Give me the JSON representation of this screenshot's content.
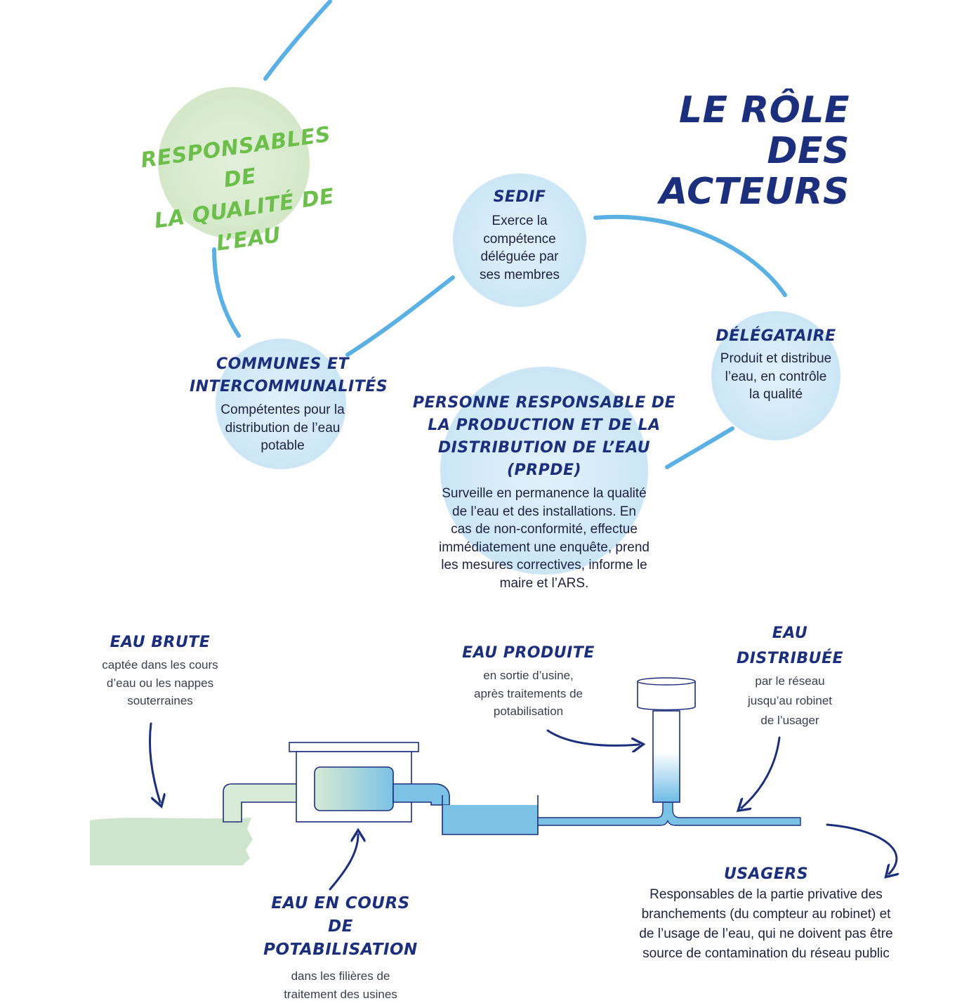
{
  "page_title": {
    "line1": "LE RÔLE",
    "line2": "DES ACTEURS"
  },
  "quality_circle": {
    "line1": "RESPONSABLES DE",
    "line2": "LA QUALITÉ DE L’EAU"
  },
  "actors": {
    "sedif": {
      "title": "SEDIF",
      "desc": [
        "Exerce la",
        "compétence",
        "déléguée par",
        "ses membres"
      ]
    },
    "delegataire": {
      "title": "DÉLÉGATAIRE",
      "desc": [
        "Produit et distribue",
        "l’eau, en contrôle",
        "la qualité"
      ]
    },
    "communes": {
      "title": [
        "COMMUNES ET",
        "INTERCOMMUNALITÉS"
      ],
      "desc": [
        "Compétentes pour la",
        "distribution de l’eau",
        "potable"
      ]
    },
    "prpde": {
      "title": [
        "PERSONNE RESPONSABLE DE",
        "LA PRODUCTION ET DE LA",
        "DISTRIBUTION DE L’EAU (PRPDE)"
      ],
      "desc": [
        "Surveille en permanence la qualité",
        "de l’eau et des installations. En",
        "cas de non-conformité, effectue",
        "immédiatement une enquête, prend",
        "les mesures correctives, informe le",
        "maire et l’ARS."
      ]
    }
  },
  "stages": {
    "eau_brute": {
      "title": "EAU BRUTE",
      "desc": [
        "captée dans les cours",
        "d’eau ou les nappes",
        "souterraines"
      ]
    },
    "eau_produite": {
      "title": "EAU PRODUITE",
      "desc": [
        "en sortie d’usine,",
        "après traitements de",
        "potabilisation"
      ]
    },
    "eau_distribuee": {
      "title": [
        "EAU",
        "DISTRIBUÉE"
      ],
      "desc": [
        "par le réseau",
        "jusqu’au robinet",
        "de l’usager"
      ]
    },
    "potabilisation": {
      "title": [
        "EAU EN COURS DE",
        "POTABILISATION"
      ],
      "desc": [
        "dans les filières de",
        "traitement des usines"
      ]
    },
    "usagers": {
      "title": "USAGERS",
      "desc": [
        "Responsables de la partie privative des",
        "branchements (du compteur au robinet) et",
        "de l’usage de l’eau, qui ne doivent pas être",
        "source de contamination du réseau public"
      ]
    }
  },
  "colors": {
    "navy": "#1b2f7d",
    "line_blue": "#5ab0e3",
    "light_blue": "#d5ebf8",
    "light_green": "#d9ebd0",
    "green_text": "#6cbf4a",
    "water": "#7cc2e6"
  }
}
